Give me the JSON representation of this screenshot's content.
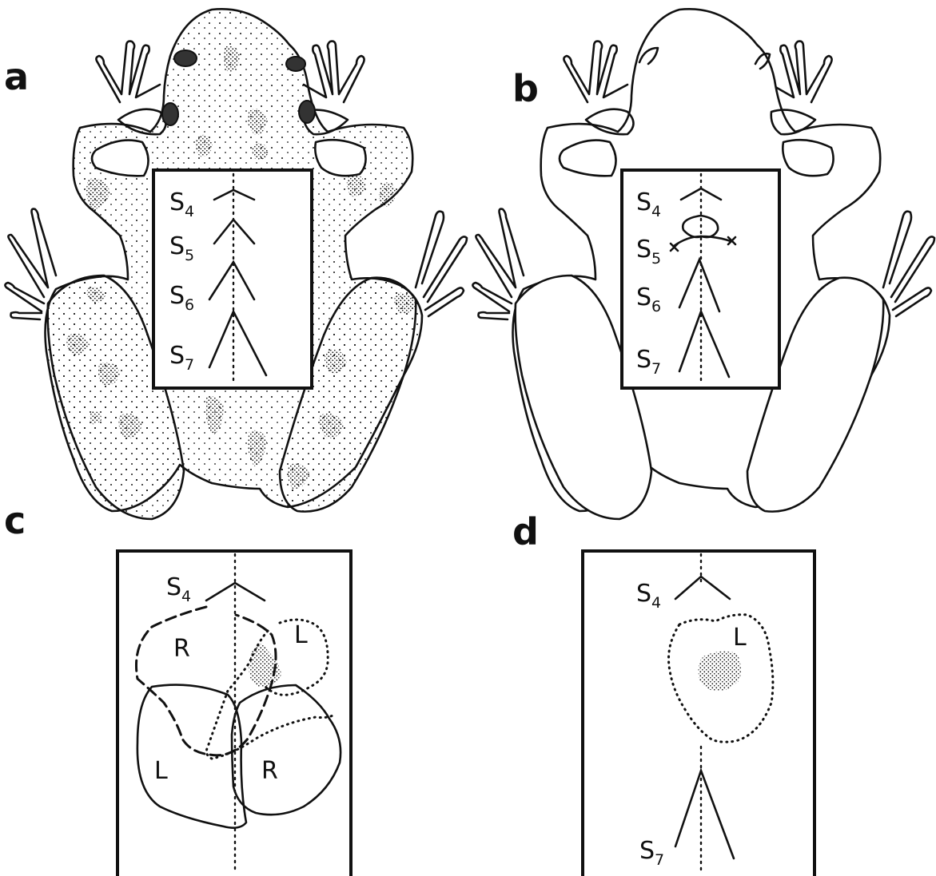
{
  "panels": {
    "a": {
      "letter": "a",
      "segments": {
        "s4": {
          "base": "S",
          "sub": "4"
        },
        "s5": {
          "base": "S",
          "sub": "5"
        },
        "s6": {
          "base": "S",
          "sub": "6"
        },
        "s7": {
          "base": "S",
          "sub": "7"
        }
      }
    },
    "b": {
      "letter": "b",
      "segments": {
        "s4": {
          "base": "S",
          "sub": "4"
        },
        "s5": {
          "base": "S",
          "sub": "5"
        },
        "s6": {
          "base": "S",
          "sub": "6"
        },
        "s7": {
          "base": "S",
          "sub": "7"
        }
      }
    },
    "c": {
      "letter": "c",
      "segments": {
        "s4": {
          "base": "S",
          "sub": "4"
        }
      },
      "areas": {
        "r_upper": "R",
        "l_upper": "L",
        "l_lower": "L",
        "r_lower": "R"
      }
    },
    "d": {
      "letter": "d",
      "segments": {
        "s4": {
          "base": "S",
          "sub": "4"
        },
        "s7": {
          "base": "S",
          "sub": "7"
        }
      },
      "areas": {
        "l": "L"
      }
    }
  },
  "colors": {
    "ink": "#111111",
    "paper": "#ffffff"
  }
}
